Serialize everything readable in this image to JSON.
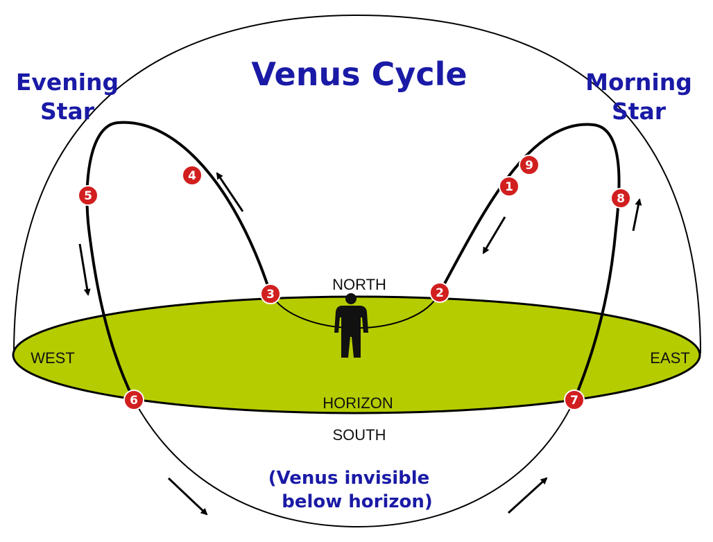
{
  "title": "Venus Cycle",
  "evening_star": [
    "Evening",
    "Star"
  ],
  "morning_star": [
    "Morning",
    "Star"
  ],
  "directions": {
    "north": "NORTH",
    "south": "SOUTH",
    "west": "WEST",
    "east": "EAST",
    "horizon": "HORIZON"
  },
  "invisible_note": [
    "(Venus invisible",
    "below horizon)"
  ],
  "markers": [
    "1",
    "2",
    "3",
    "4",
    "5",
    "6",
    "7",
    "8",
    "9"
  ],
  "colors": {
    "horizon_fill": "#b5cc00",
    "marker": "#d11f1f",
    "label_blue": "#1a1aa6"
  }
}
